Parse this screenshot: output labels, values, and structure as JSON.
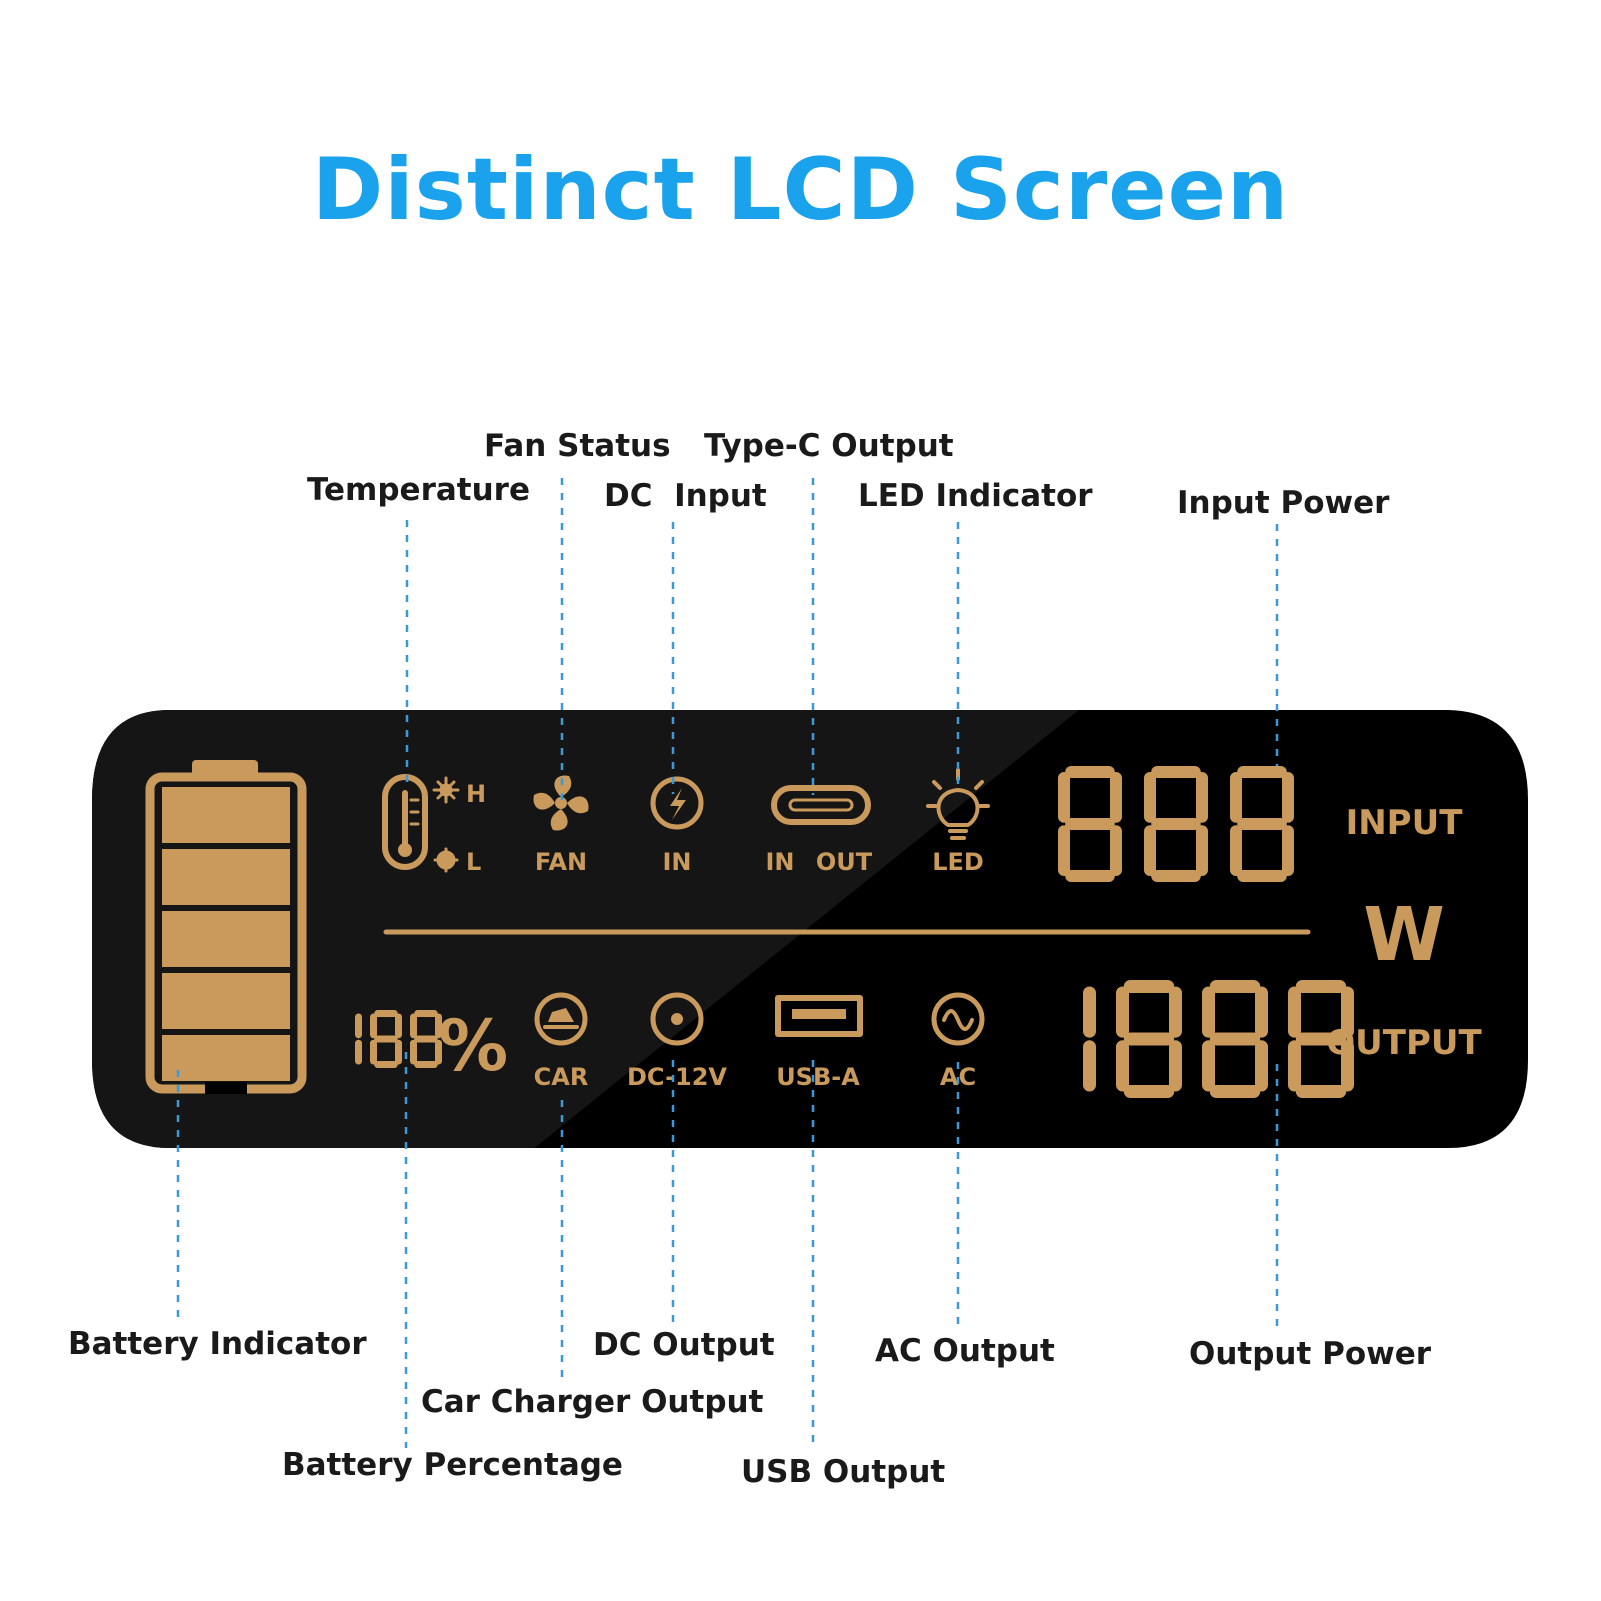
{
  "title": "Distinct LCD Screen",
  "colors": {
    "title": "#1aa3ec",
    "leader": "#3a9ad9",
    "screen": "#000000",
    "glass": "#151515",
    "segment": "#c99a5c"
  },
  "callouts": {
    "fan_status": "Fan Status",
    "type_c_output": "Type-C Output",
    "temperature": "Temperature",
    "dc_input": "DC  Input",
    "led_indicator": "LED Indicator",
    "input_power": "Input Power",
    "battery_indicator": "Battery Indicator",
    "dc_output": "DC Output",
    "ac_output": "AC Output",
    "output_power": "Output Power",
    "car_charger_output": "Car Charger Output",
    "battery_percentage": "Battery Percentage",
    "usb_output": "USB Output"
  },
  "screen": {
    "temp_high": "H",
    "temp_low": "L",
    "fan": "FAN",
    "dc_in": "IN",
    "typec_in": "IN",
    "typec_out": "OUT",
    "led": "LED",
    "input": "INPUT",
    "unit": "W",
    "output": "OUTPUT",
    "car": "CAR",
    "dc12v": "DC-12V",
    "usba": "USB-A",
    "ac": "AC",
    "percent_digits": "188",
    "percent_sign": "%",
    "input_digits": "888",
    "output_digits": "1888"
  },
  "icons": {
    "thermometer": "thermometer-icon",
    "sun": "sun-icon",
    "snowflake": "snowflake-icon",
    "fan": "fan-icon",
    "lightning": "lightning-icon",
    "typec": "usb-c-icon",
    "bulb": "bulb-icon",
    "car": "car-icon",
    "dc": "dc-port-icon",
    "usba": "usb-a-icon",
    "ac": "ac-wave-icon",
    "battery": "battery-icon"
  }
}
